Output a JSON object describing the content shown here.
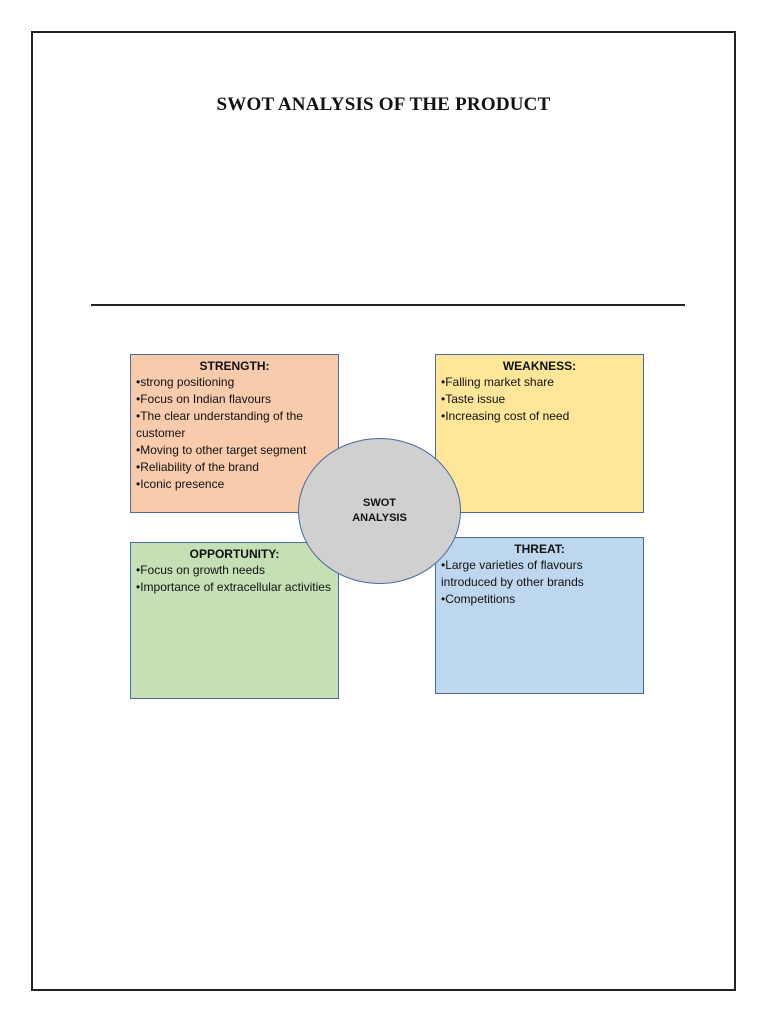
{
  "document": {
    "title": "SWOT ANALYSIS OF THE PRODUCT"
  },
  "swot": {
    "center_label": "SWOT ANALYSIS",
    "strength": {
      "heading": "STRENGTH:",
      "items": [
        "strong positioning",
        "Focus on Indian flavours",
        "The clear understanding of the customer",
        "Moving to other target segment",
        "Reliability of the brand",
        "Iconic presence"
      ],
      "color": "#f8cbad"
    },
    "weakness": {
      "heading": "WEAKNESS:",
      "items": [
        "Falling market share",
        "Taste issue",
        "Increasing cost of need"
      ],
      "color": "#ffe699"
    },
    "opportunity": {
      "heading": "OPPORTUNITY:",
      "items": [
        "Focus on growth needs",
        "Importance of extracellular activities"
      ],
      "color": "#c5e0b4"
    },
    "threat": {
      "heading": "THREAT:",
      "items": [
        "Large varieties of flavours introduced by other brands",
        "Competitions"
      ],
      "color": "#bdd7ee"
    },
    "ellipse_color": "#d0d0d0"
  }
}
